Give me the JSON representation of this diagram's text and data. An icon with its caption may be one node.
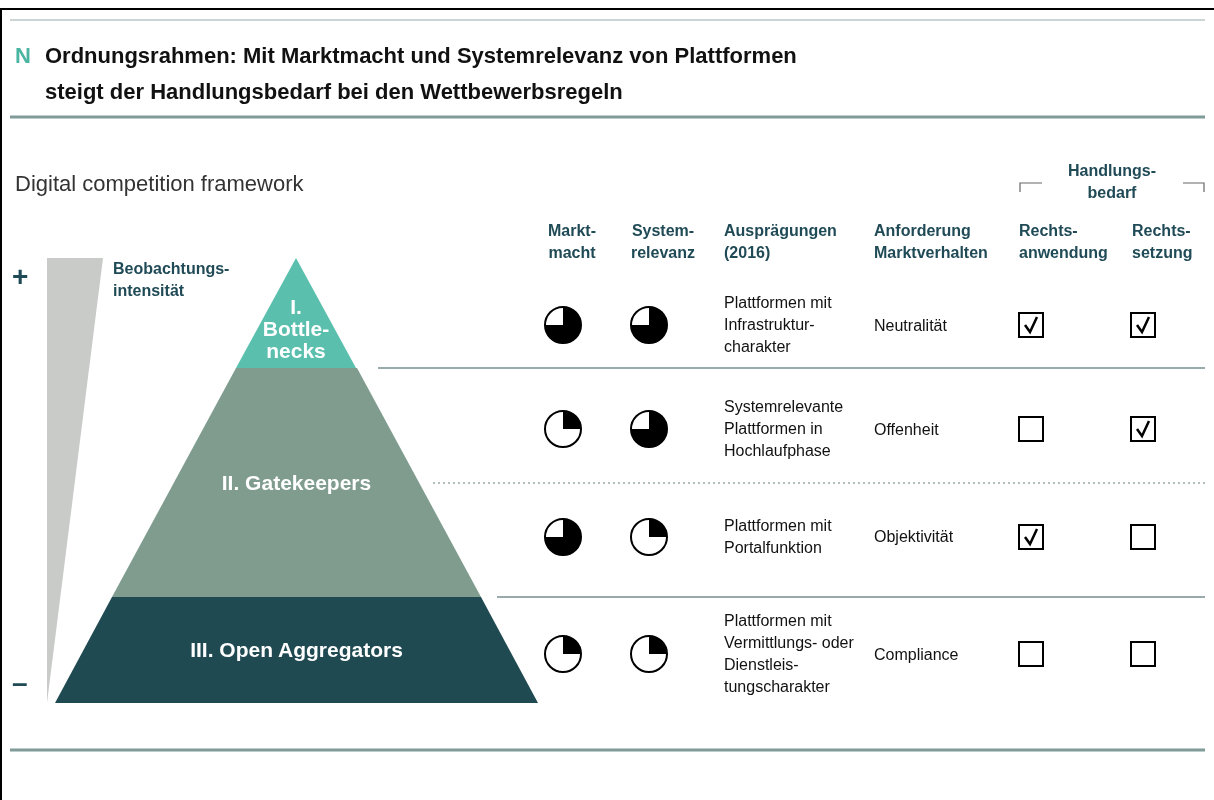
{
  "diagram": {
    "title": "Ordnungsrahmen: Mit Marktmacht und Systemrelevanz von Plattformen steigt der Handlungsbedarf bei den Wettbewerbsregeln",
    "nodes": [
      {
        "text": [],
        "shape": "triangle"
      },
      {
        "text": [
          "I. Bottle- necks"
        ]
      },
      {
        "text": [
          "II. Gatekeepers"
        ]
      },
      {
        "text": [
          "III. Open Aggregators"
        ]
      }
    ],
    "edges": [],
    "labels": [
      "N",
      "Digital competition framework",
      "Handlungs- bedarf",
      "Markt- macht",
      "System- relevanz",
      "Ausprägungen (2016)",
      "Anforderung Marktverhalten",
      "Rechts- anwendung",
      "Rechts- setzung",
      "+",
      "Beobachtungs- intensität",
      "Plattformen mit Infrastruktur- charakter",
      "Neutralität",
      "Systemrelevante Plattformen in Hochlaufphase",
      "Offenheit",
      "Plattformen mit Portalfunktion",
      "Objektivität",
      "Plattformen mit Vermittlungs- oder Dienstleis- tungscharakter",
      "Compliance",
      "–"
    ]
  }
}
